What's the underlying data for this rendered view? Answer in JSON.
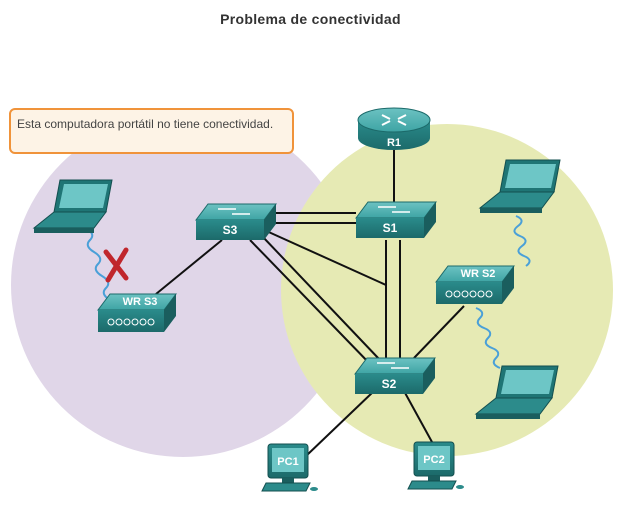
{
  "title": "Problema de conectividad",
  "callout": {
    "text": "Esta computadora portátil no tiene conectividad."
  },
  "devices": {
    "r1": "R1",
    "s1": "S1",
    "s2": "S2",
    "s3": "S3",
    "wr_s2": "WR S2",
    "wr_s3": "WR S3",
    "pc1": "PC1",
    "pc2": "PC2"
  },
  "colors": {
    "device_teal": "#2f9393",
    "circle_left": "#e0d6e8",
    "circle_right": "#e6eab4",
    "callout_border": "#f0933a",
    "failure_mark": "#c0262c"
  },
  "icons": {
    "failure": "x-mark-icon"
  }
}
